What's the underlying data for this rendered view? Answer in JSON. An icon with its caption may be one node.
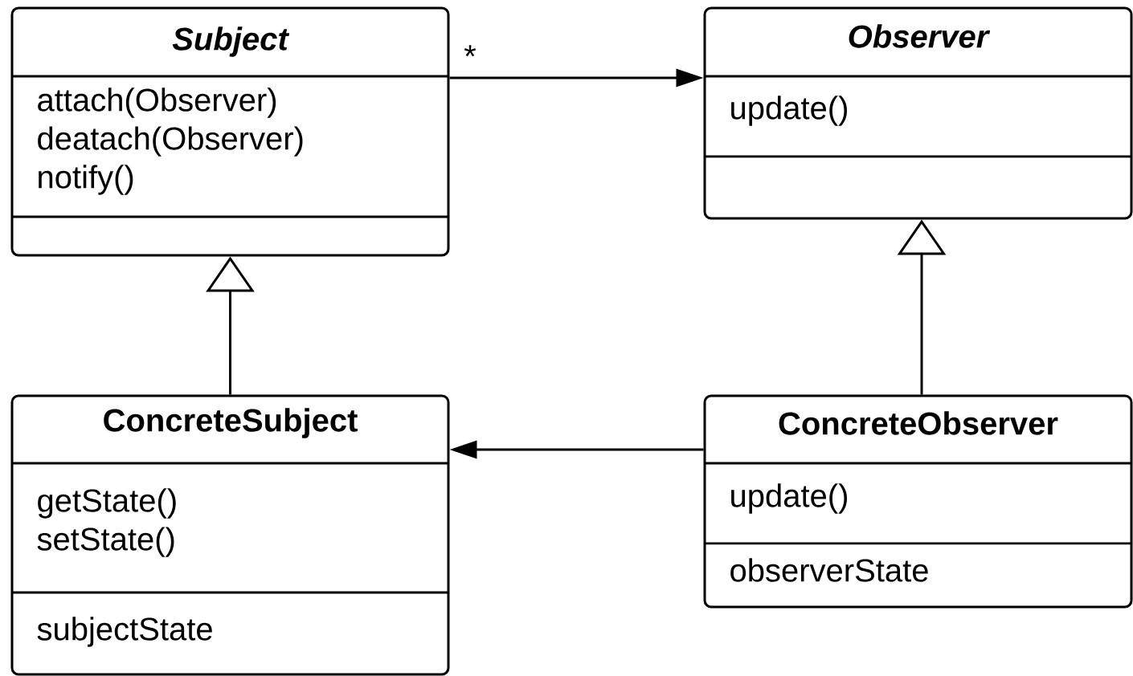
{
  "diagram": {
    "nodes": [
      {
        "text": [
          "Subject",
          "attach(Observer)",
          "deatach(Observer)",
          "notify()"
        ]
      },
      {
        "text": [
          "Observer",
          "update()"
        ]
      },
      {
        "text": [
          "ConcreteSubject",
          "getState()",
          "setState()",
          "subjectState"
        ]
      },
      {
        "text": [
          "ConcreteObserver",
          "update()",
          "observerState"
        ]
      }
    ],
    "edges": [
      {
        "from": 0,
        "to": 1,
        "arrow": "to",
        "label": "*"
      },
      {
        "from": 2,
        "to": 0,
        "arrow": "to"
      },
      {
        "from": 3,
        "to": 1,
        "arrow": "to"
      },
      {
        "from": 3,
        "to": 2,
        "arrow": "to"
      }
    ]
  }
}
